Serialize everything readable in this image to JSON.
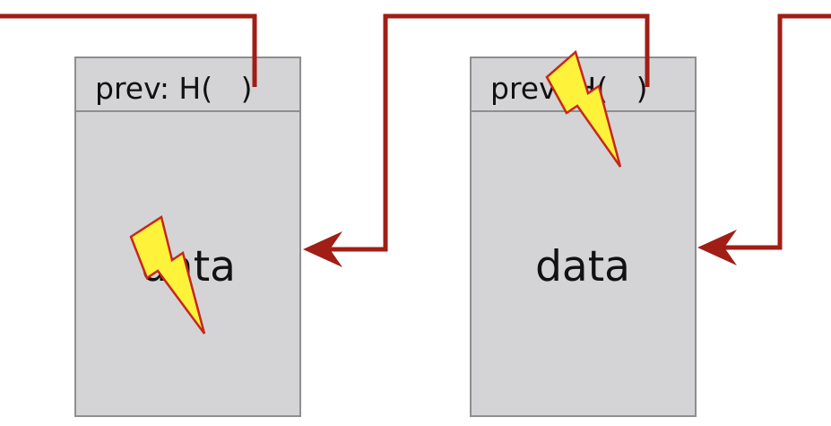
{
  "blocks": [
    {
      "header": "prev: H(   )",
      "body": "data"
    },
    {
      "header": "prev: H(   )",
      "body": "data"
    }
  ],
  "colors": {
    "link": "#a01e16",
    "block_fill": "#d4d4d6",
    "block_border": "#8e8e90",
    "bolt_fill": "#fff23a",
    "bolt_stroke": "#c8261c"
  },
  "icons": {
    "tamper": "lightning-bolt-icon",
    "pointer": "arrowhead-icon"
  }
}
